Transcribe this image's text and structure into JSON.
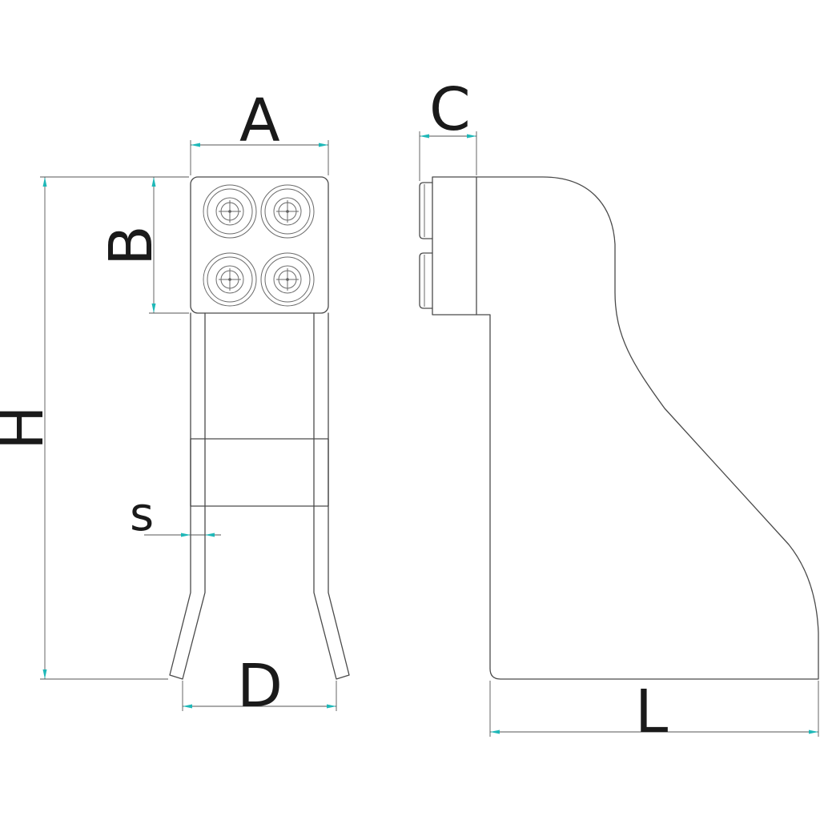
{
  "dimensions": {
    "a": "A",
    "b": "B",
    "c": "C",
    "d": "D",
    "h": "H",
    "s": "s",
    "l": "L"
  },
  "colors": {
    "outline": "#4a4a4a",
    "arrow": "#1fb8b8",
    "label": "#1a1a1a"
  },
  "screws": {
    "count": 4
  }
}
